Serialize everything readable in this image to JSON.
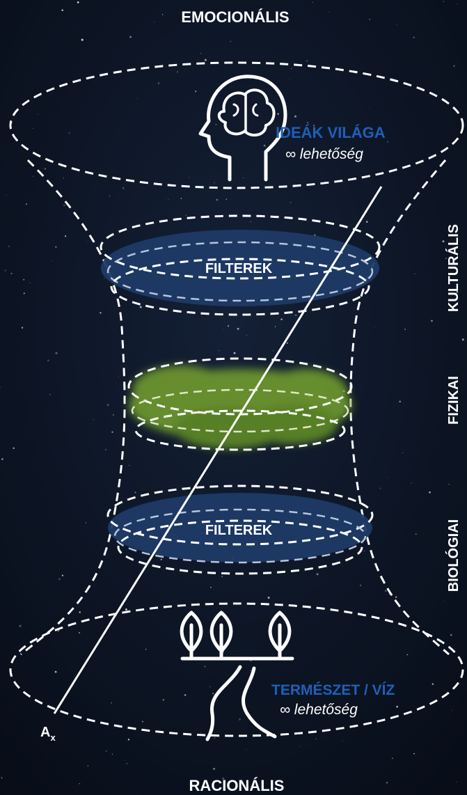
{
  "labels": {
    "top": "EMOCIONÁLIS",
    "bottom": "RACIONÁLIS",
    "side_kulturalis": "KULTURÁLIS",
    "side_fizikai": "FIZIKAI",
    "side_biologiai": "BIOLÓGIAI"
  },
  "top_disc": {
    "title": "IDEÁK VILÁGA",
    "subtitle": "∞ lehetőség",
    "icon": "brain-head-icon"
  },
  "bottom_disc": {
    "title": "TERMÉSZET / VÍZ",
    "subtitle": "∞ lehetőség",
    "icon": "trees-river-icon"
  },
  "filters": {
    "upper": "FILTEREK",
    "lower": "FILTEREK"
  },
  "axis_label": {
    "main": "A",
    "sub": "x"
  },
  "colors": {
    "background": "#0b1220",
    "filter_fill": "#1d3a66",
    "green_layer": "#6f9a2e",
    "accent_blue": "#1f5fb8",
    "stroke": "#ffffff"
  }
}
